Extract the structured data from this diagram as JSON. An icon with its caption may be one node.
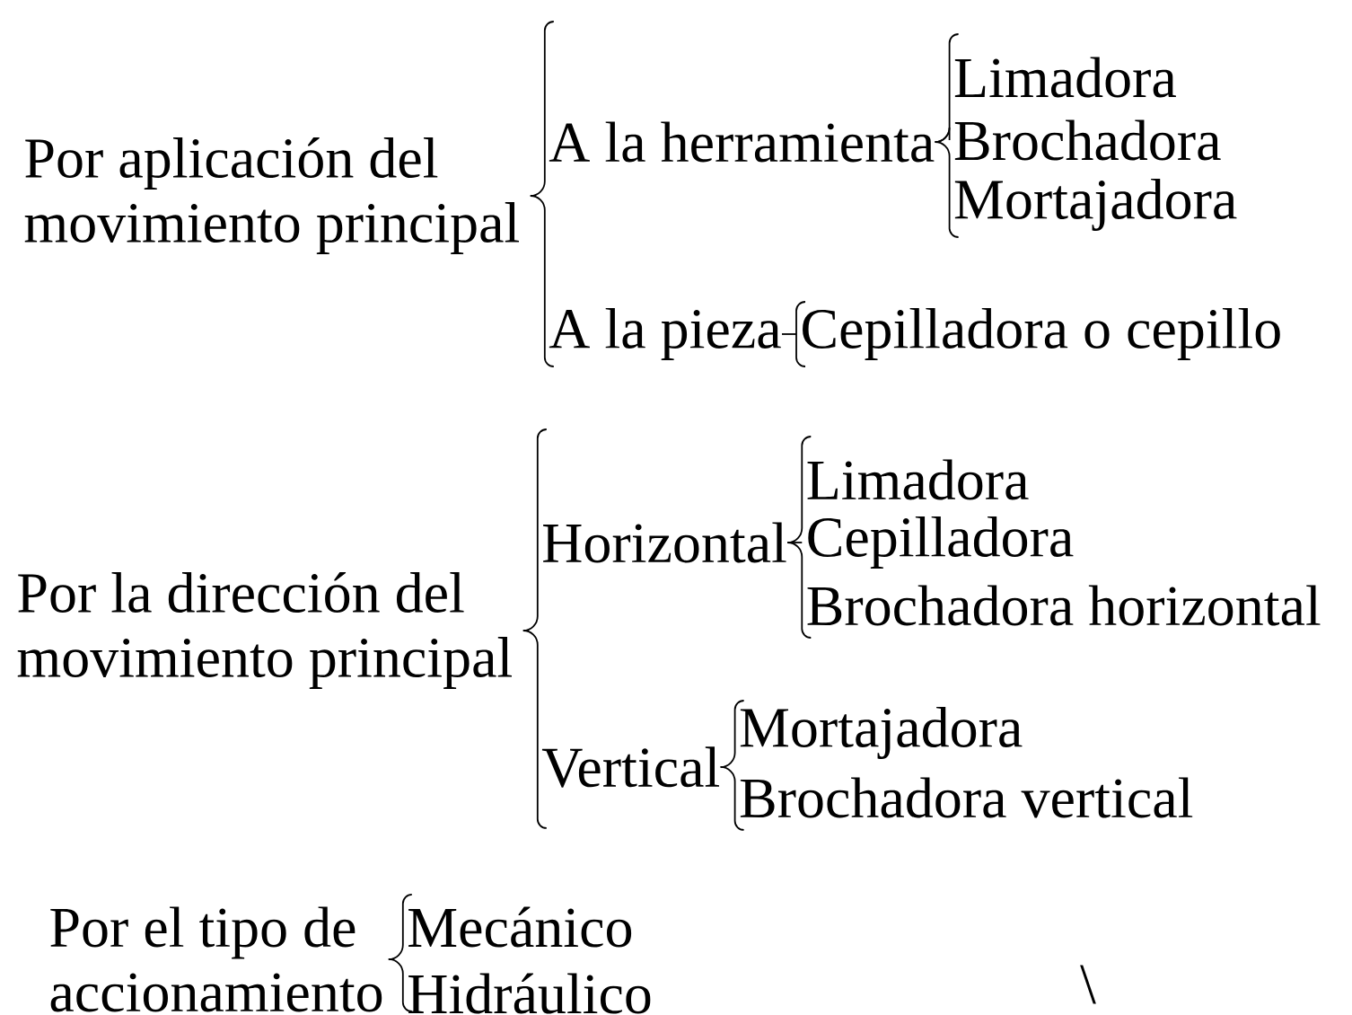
{
  "diagram": {
    "nodes": [
      {
        "text": [
          "Por aplicación del movimiento principal"
        ]
      },
      {
        "text": [
          "A la herramienta"
        ]
      },
      {
        "text": [
          "Limadora"
        ]
      },
      {
        "text": [
          "Brochadora"
        ]
      },
      {
        "text": [
          "Mortajadora"
        ]
      },
      {
        "text": [
          "A la pieza"
        ]
      },
      {
        "text": [
          "Cepilladora o cepillo"
        ]
      },
      {
        "text": [
          "Por la dirección del movimiento principal"
        ]
      },
      {
        "text": [
          "Horizontal"
        ]
      },
      {
        "text": [
          "Limadora"
        ]
      },
      {
        "text": [
          "Cepilladora"
        ]
      },
      {
        "text": [
          "Brochadora horizontal"
        ]
      },
      {
        "text": [
          "Vertical"
        ]
      },
      {
        "text": [
          "Mortajadora"
        ]
      },
      {
        "text": [
          "Brochadora vertical"
        ]
      },
      {
        "text": [
          "Por el tipo de accionamiento"
        ]
      },
      {
        "text": [
          "Mecánico"
        ]
      },
      {
        "text": [
          "Hidráulico"
        ]
      }
    ],
    "edges": [
      {
        "from": 0,
        "to": 1,
        "arrow": "none"
      },
      {
        "from": 0,
        "to": 5,
        "arrow": "none"
      },
      {
        "from": 1,
        "to": 2,
        "arrow": "none"
      },
      {
        "from": 1,
        "to": 3,
        "arrow": "none"
      },
      {
        "from": 1,
        "to": 4,
        "arrow": "none"
      },
      {
        "from": 5,
        "to": 6,
        "arrow": "none"
      },
      {
        "from": 7,
        "to": 8,
        "arrow": "none"
      },
      {
        "from": 7,
        "to": 12,
        "arrow": "none"
      },
      {
        "from": 8,
        "to": 9,
        "arrow": "none"
      },
      {
        "from": 8,
        "to": 10,
        "arrow": "none"
      },
      {
        "from": 8,
        "to": 11,
        "arrow": "none"
      },
      {
        "from": 12,
        "to": 13,
        "arrow": "none"
      },
      {
        "from": 12,
        "to": 14,
        "arrow": "none"
      },
      {
        "from": 15,
        "to": 16,
        "arrow": "none"
      },
      {
        "from": 15,
        "to": 17,
        "arrow": "none"
      }
    ],
    "labels": [
      "\\"
    ]
  }
}
